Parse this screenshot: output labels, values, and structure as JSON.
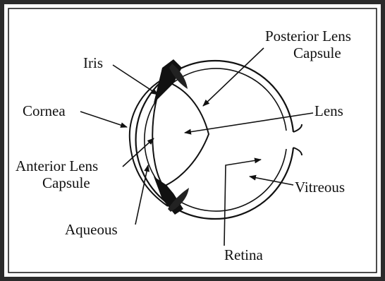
{
  "diagram": {
    "labels": {
      "posterior_line1": "Posterior Lens",
      "posterior_line2": "Capsule",
      "iris": "Iris",
      "cornea": "Cornea",
      "lens": "Lens",
      "anterior_line1": "Anterior Lens",
      "anterior_line2": "Capsule",
      "vitreous": "Vitreous",
      "aqueous": "Aqueous",
      "retina": "Retina"
    },
    "colors": {
      "frame": "#2b2b2b",
      "ink": "#111111",
      "background": "#ffffff"
    }
  }
}
